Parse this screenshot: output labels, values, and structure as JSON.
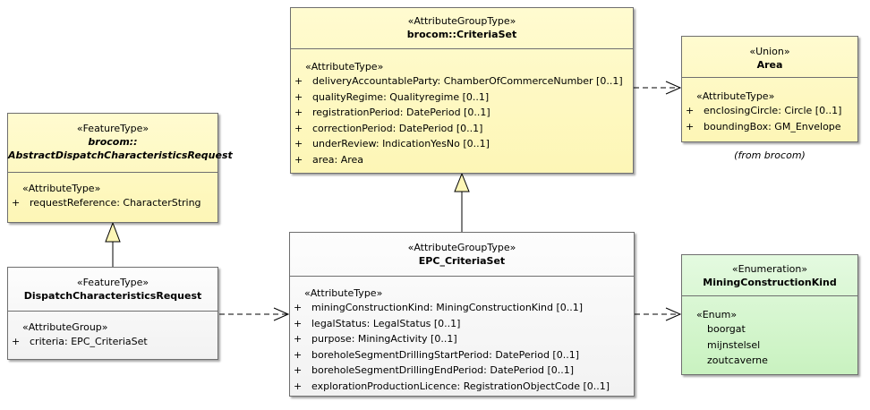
{
  "criteria_set": {
    "stereotype": "«AttributeGroupType»",
    "name": "brocom::CriteriaSet",
    "section_stereotype": "«AttributeType»",
    "attributes": [
      {
        "visibility": "+",
        "text": "deliveryAccountableParty: ChamberOfCommerceNumber [0..1]"
      },
      {
        "visibility": "+",
        "text": "qualityRegime: Qualityregime [0..1]"
      },
      {
        "visibility": "+",
        "text": "registrationPeriod: DatePeriod [0..1]"
      },
      {
        "visibility": "+",
        "text": "correctionPeriod: DatePeriod [0..1]"
      },
      {
        "visibility": "+",
        "text": "underReview: IndicationYesNo [0..1]"
      },
      {
        "visibility": "+",
        "text": "area: Area"
      }
    ]
  },
  "area": {
    "stereotype": "«Union»",
    "name": "Area",
    "section_stereotype": "«AttributeType»",
    "attributes": [
      {
        "visibility": "+",
        "text": "enclosingCircle: Circle [0..1]"
      },
      {
        "visibility": "+",
        "text": "boundingBox: GM_Envelope"
      }
    ],
    "note": "(from brocom)"
  },
  "abstract_request": {
    "stereotype": "«FeatureType»",
    "name_line1": "brocom::",
    "name_line2": "AbstractDispatchCharacteristicsRequest",
    "section_stereotype": "«AttributeType»",
    "attributes": [
      {
        "visibility": "+",
        "text": "requestReference: CharacterString"
      }
    ]
  },
  "dispatch_request": {
    "stereotype": "«FeatureType»",
    "name": "DispatchCharacteristicsRequest",
    "section_stereotype": "«AttributeGroup»",
    "attributes": [
      {
        "visibility": "+",
        "text": "criteria: EPC_CriteriaSet"
      }
    ]
  },
  "epc_criteria_set": {
    "stereotype": "«AttributeGroupType»",
    "name": "EPC_CriteriaSet",
    "section_stereotype": "«AttributeType»",
    "attributes": [
      {
        "visibility": "+",
        "text": "miningConstructionKind: MiningConstructionKind [0..1]"
      },
      {
        "visibility": "+",
        "text": "legalStatus: LegalStatus [0..1]"
      },
      {
        "visibility": "+",
        "text": "purpose: MiningActivity [0..1]"
      },
      {
        "visibility": "+",
        "text": "boreholeSegmentDrillingStartPeriod: DatePeriod [0..1]"
      },
      {
        "visibility": "+",
        "text": "boreholeSegmentDrillingEndPeriod: DatePeriod [0..1]"
      },
      {
        "visibility": "+",
        "text": "explorationProductionLicence: RegistrationObjectCode [0..1]"
      }
    ]
  },
  "mining_kind": {
    "stereotype": "«Enumeration»",
    "name": "MiningConstructionKind",
    "section_stereotype": "«Enum»",
    "literals": [
      "boorgat",
      "mijnstelsel",
      "zoutcaverne"
    ]
  },
  "colors": {
    "yellow_fill": "#fdf6b6",
    "white_fill": "#f2f2f2",
    "green_fill": "#c9f2c0",
    "border": "#6f6f6f",
    "connector": "#000000",
    "generalization_head": "#fdf6b6"
  }
}
